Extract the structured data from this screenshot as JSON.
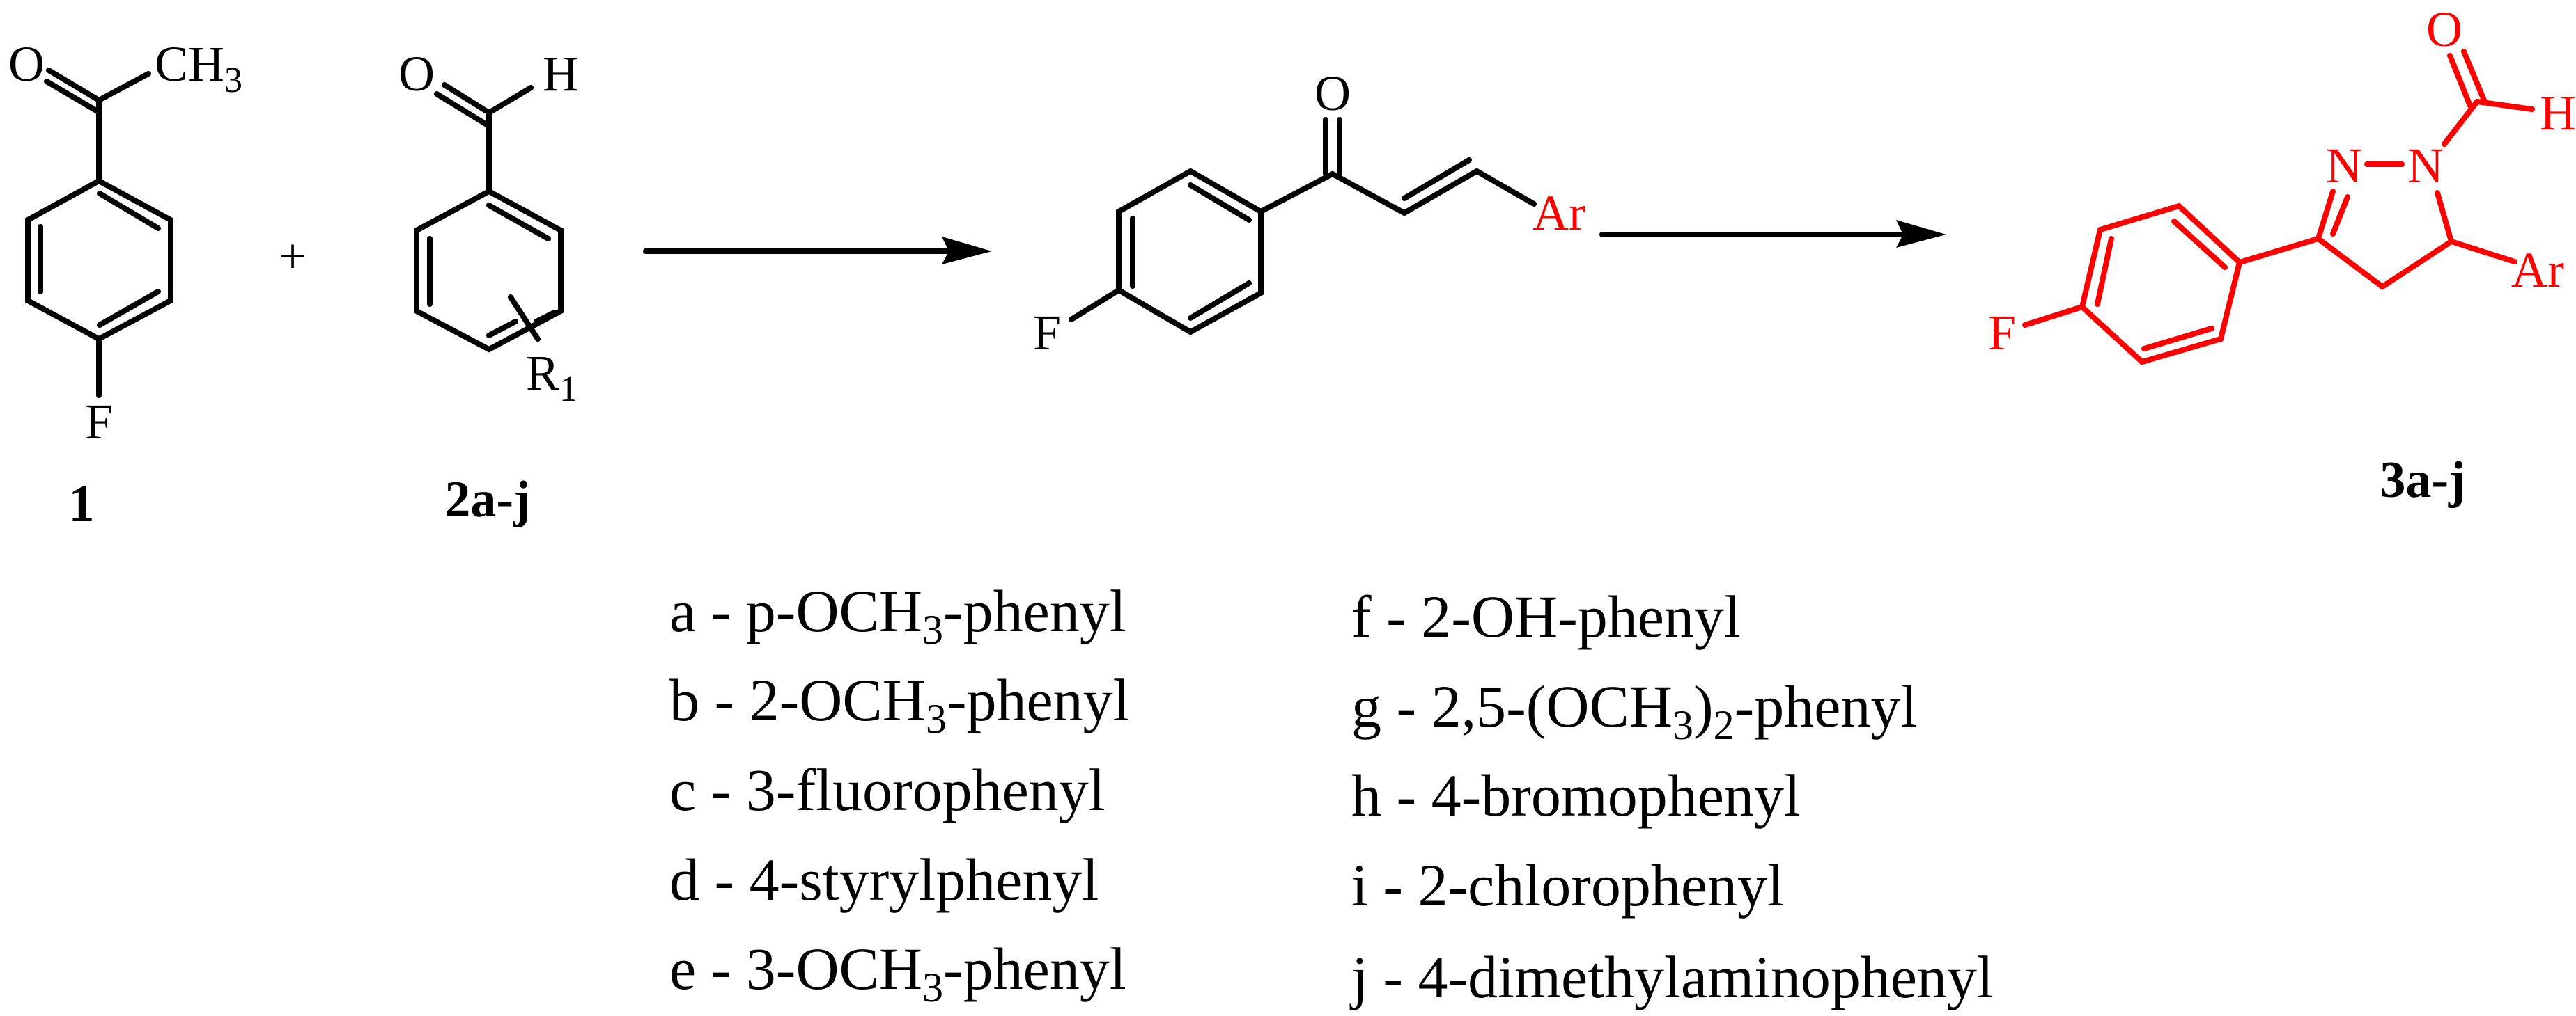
{
  "colors": {
    "reactant": "#000000",
    "product": "#ff0000"
  },
  "compound1": {
    "o": "O",
    "ch": "CH",
    "ch_sub": "3",
    "f": "F",
    "label": "1"
  },
  "plus": "+",
  "compound2": {
    "o": "O",
    "h": "H",
    "r": "R",
    "r_sub": "1",
    "label": "2a-j"
  },
  "chalcone": {
    "o": "O",
    "f": "F",
    "ar": "Ar"
  },
  "product": {
    "o": "O",
    "h": "H",
    "n2": "N",
    "n1": "N",
    "f": "F",
    "ar": "Ar",
    "label": "3a-j"
  },
  "substituents": [
    [
      {
        "t": "a - p-OCH"
      },
      {
        "sub": "3"
      },
      {
        "t": "-phenyl"
      }
    ],
    [
      {
        "t": "b - 2-OCH"
      },
      {
        "sub": "3"
      },
      {
        "t": "-phenyl"
      }
    ],
    [
      {
        "t": "c - 3-fluorophenyl"
      }
    ],
    [
      {
        "t": "d - 4-styrylphenyl"
      }
    ],
    [
      {
        "t": "e - 3-OCH"
      },
      {
        "sub": "3"
      },
      {
        "t": "-phenyl"
      }
    ],
    [
      {
        "t": "f - 2-OH-phenyl"
      }
    ],
    [
      {
        "t": "g - 2,5-(OCH"
      },
      {
        "sub": "3"
      },
      {
        "t": ")"
      },
      {
        "sub": "2"
      },
      {
        "t": "-phenyl"
      }
    ],
    [
      {
        "t": "h - 4-bromophenyl"
      }
    ],
    [
      {
        "t": "i - 2-chlorophenyl"
      }
    ],
    [
      {
        "t": "j - 4-dimethylaminophenyl"
      }
    ]
  ]
}
